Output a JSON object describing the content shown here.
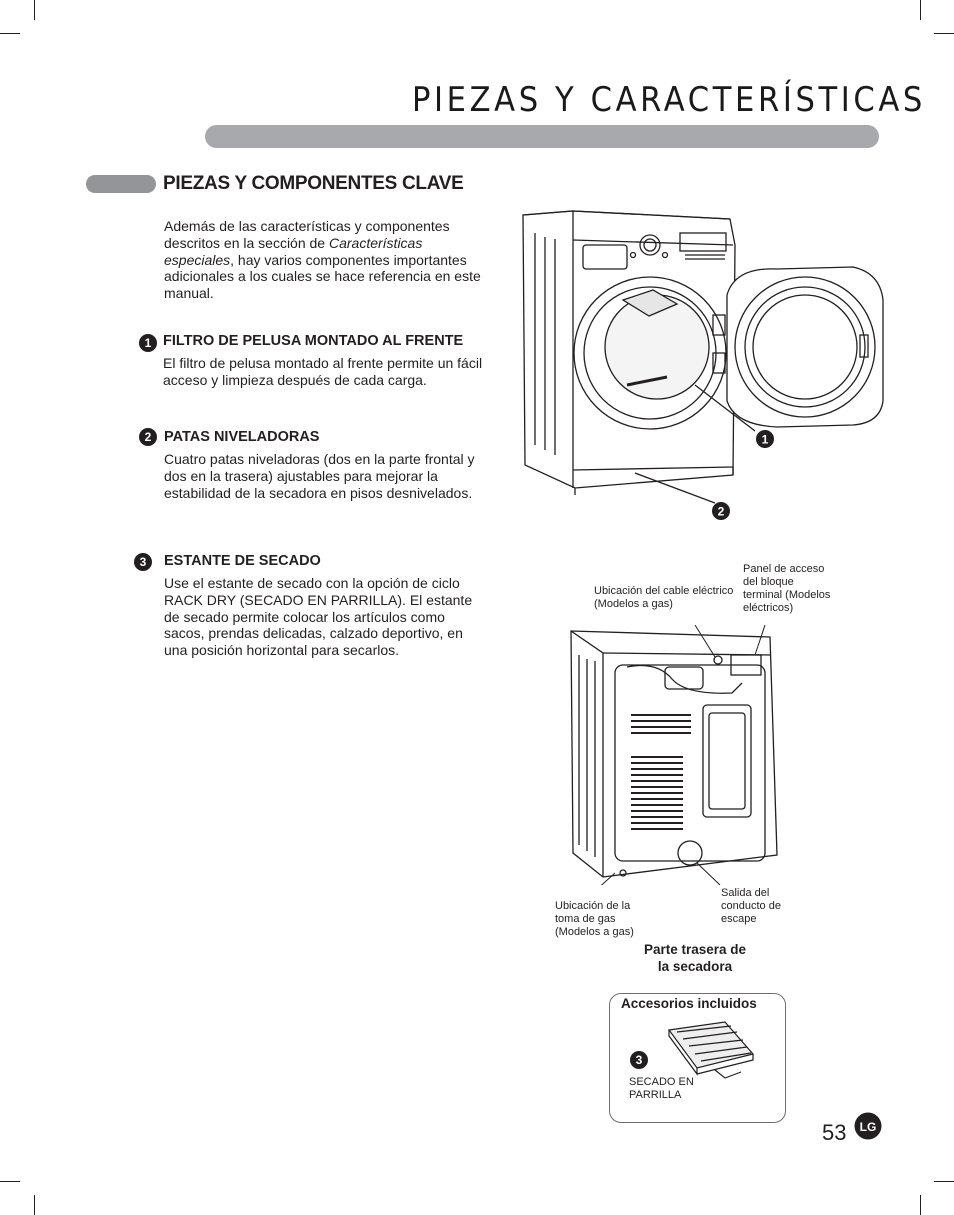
{
  "page": {
    "title": "PIEZAS Y CARACTERÍSTICAS",
    "page_number": "53"
  },
  "section": {
    "heading": "PIEZAS Y COMPONENTES CLAVE",
    "intro_pre": "Además de las características y componentes descritos en la sección de ",
    "intro_italic": "Características especiales",
    "intro_post": ", hay varios componentes importantes adicionales a los cuales se hace referencia en este manual."
  },
  "items": [
    {
      "number": "1",
      "heading": "FILTRO DE PELUSA MONTADO AL FRENTE",
      "body": "El filtro de pelusa montado al frente permite un fácil acceso y limpieza después de cada carga."
    },
    {
      "number": "2",
      "heading": "PATAS NIVELADORAS",
      "body": "Cuatro patas niveladoras (dos en la parte frontal y dos en la trasera) ajustables para mejorar la estabilidad de la secadora en pisos desnivelados."
    },
    {
      "number": "3",
      "heading": "ESTANTE DE SECADO",
      "body": "Use el estante de secado con la opción de ciclo RACK DRY (SECADO EN PARRILLA). El estante de secado permite colocar los artículos como sacos, prendas delicadas, calzado deportivo, en una posición horizontal para secarlos."
    }
  ],
  "front_figure": {
    "callout_1": "1",
    "callout_2": "2"
  },
  "rear_figure": {
    "label_power_cable": "Ubicación del cable eléctrico (Modelos a gas)",
    "label_panel": "Panel de acceso del bloque terminal (Modelos eléctricos)",
    "label_gas": "Ubicación de la toma de gas (Modelos a gas)",
    "label_exhaust": "Salida del conducto de escape",
    "caption_line1": "Parte trasera de",
    "caption_line2": "la secadora"
  },
  "accessories": {
    "title": "Accesorios incluidos",
    "number": "3",
    "item_label": "SECADO EN PARRILLA"
  },
  "logo": {
    "text": "LG"
  }
}
